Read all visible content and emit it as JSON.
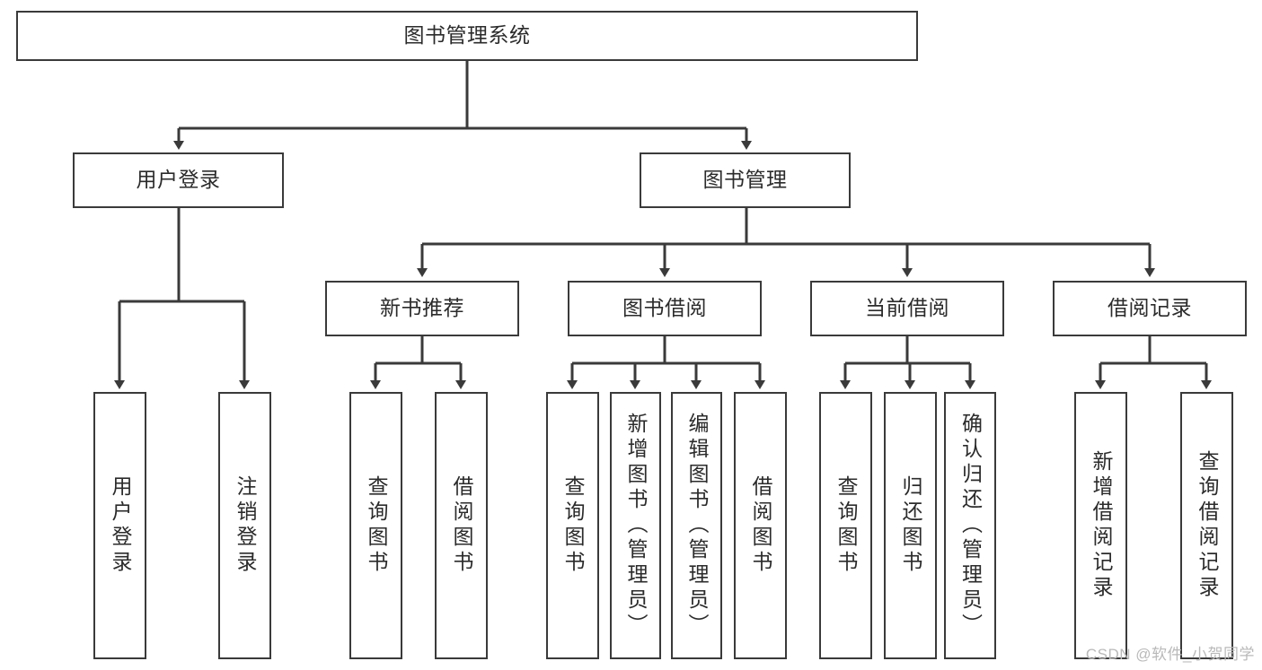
{
  "diagram": {
    "type": "tree",
    "title": "图书管理系统",
    "watermark": "CSDN @软件_小贺同学",
    "colors": {
      "box_border": "#3a3a3a",
      "box_fill": "#ffffff",
      "edge": "#3a3a3a",
      "text": "#2b2b2b",
      "watermark": "#b9b9b9",
      "background": "#ffffff"
    },
    "nodes": {
      "root": {
        "label": "图书管理系统"
      },
      "level2": [
        {
          "label": "用户登录"
        },
        {
          "label": "图书管理"
        }
      ],
      "level3": [
        {
          "label": "新书推荐"
        },
        {
          "label": "图书借阅"
        },
        {
          "label": "当前借阅"
        },
        {
          "label": "借阅记录"
        }
      ],
      "leaves": {
        "user_login": [
          {
            "label": "用户登录"
          },
          {
            "label": "注销登录"
          }
        ],
        "new_book": [
          {
            "label": "查询图书"
          },
          {
            "label": "借阅图书"
          }
        ],
        "book_borrow": [
          {
            "label": "查询图书"
          },
          {
            "label": "新增图书（管理员）"
          },
          {
            "label": "编辑图书（管理员）"
          },
          {
            "label": "借阅图书"
          }
        ],
        "current_borrow": [
          {
            "label": "查询图书"
          },
          {
            "label": "归还图书"
          },
          {
            "label": "确认归还（管理员）"
          }
        ],
        "borrow_record": [
          {
            "label": "新增借阅记录"
          },
          {
            "label": "查询借阅记录"
          }
        ]
      }
    }
  }
}
